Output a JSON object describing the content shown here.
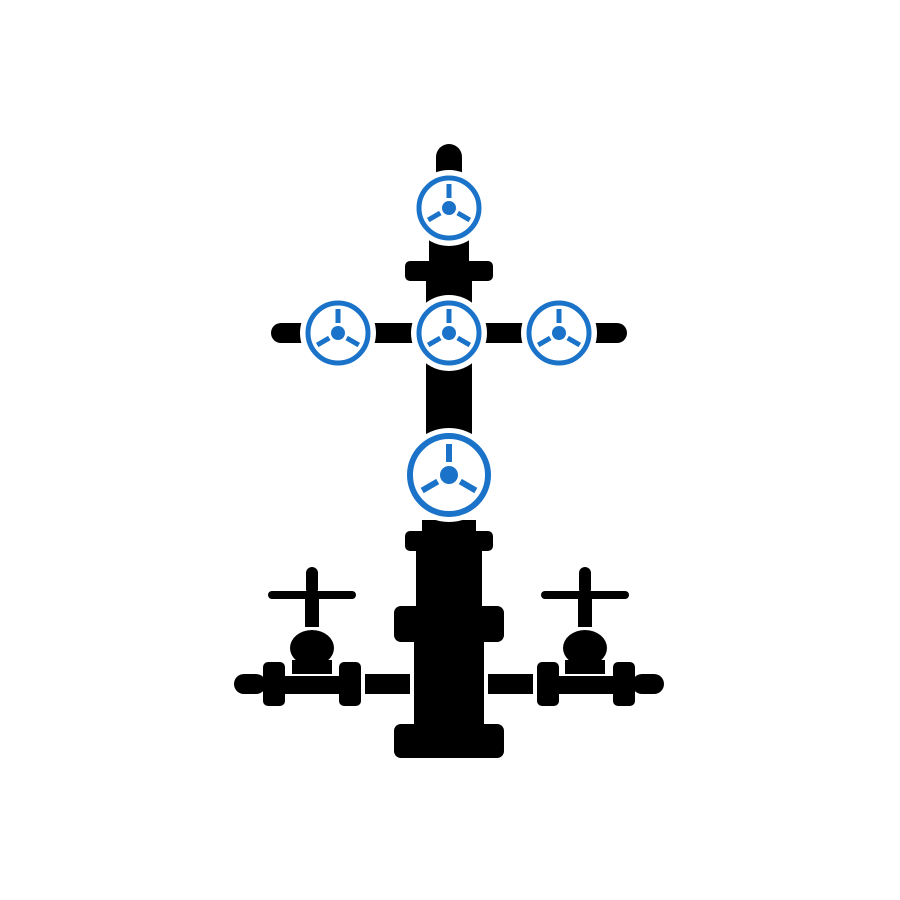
{
  "illustration": {
    "subject": "wellhead-christmas-tree",
    "icon_names": [
      "christmas-tree-icon",
      "valve-handwheel-icon",
      "gate-valve-icon",
      "flange-icon",
      "pipe-icon"
    ],
    "colors": {
      "background": "#ffffff",
      "body": "#000000",
      "accent": "#1a73c9"
    },
    "handwheel_count": 5,
    "side_valve_count": 2
  }
}
